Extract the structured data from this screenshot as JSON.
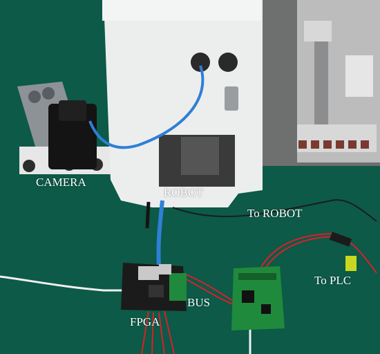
{
  "labels": {
    "camera": "CAMERA",
    "robot": "ROBOT",
    "to_robot": "To ROBOT",
    "to_plc": "To PLC",
    "bus": "BUS",
    "fpga": "FPGA"
  },
  "colors": {
    "table_green": "#0c5a47",
    "robot_white": "#eceeee",
    "cable_blue": "#2f7fd6",
    "cable_red": "#d8202c",
    "pcb_green": "#1f8a3c",
    "pcb_black": "#1b1b1b"
  }
}
